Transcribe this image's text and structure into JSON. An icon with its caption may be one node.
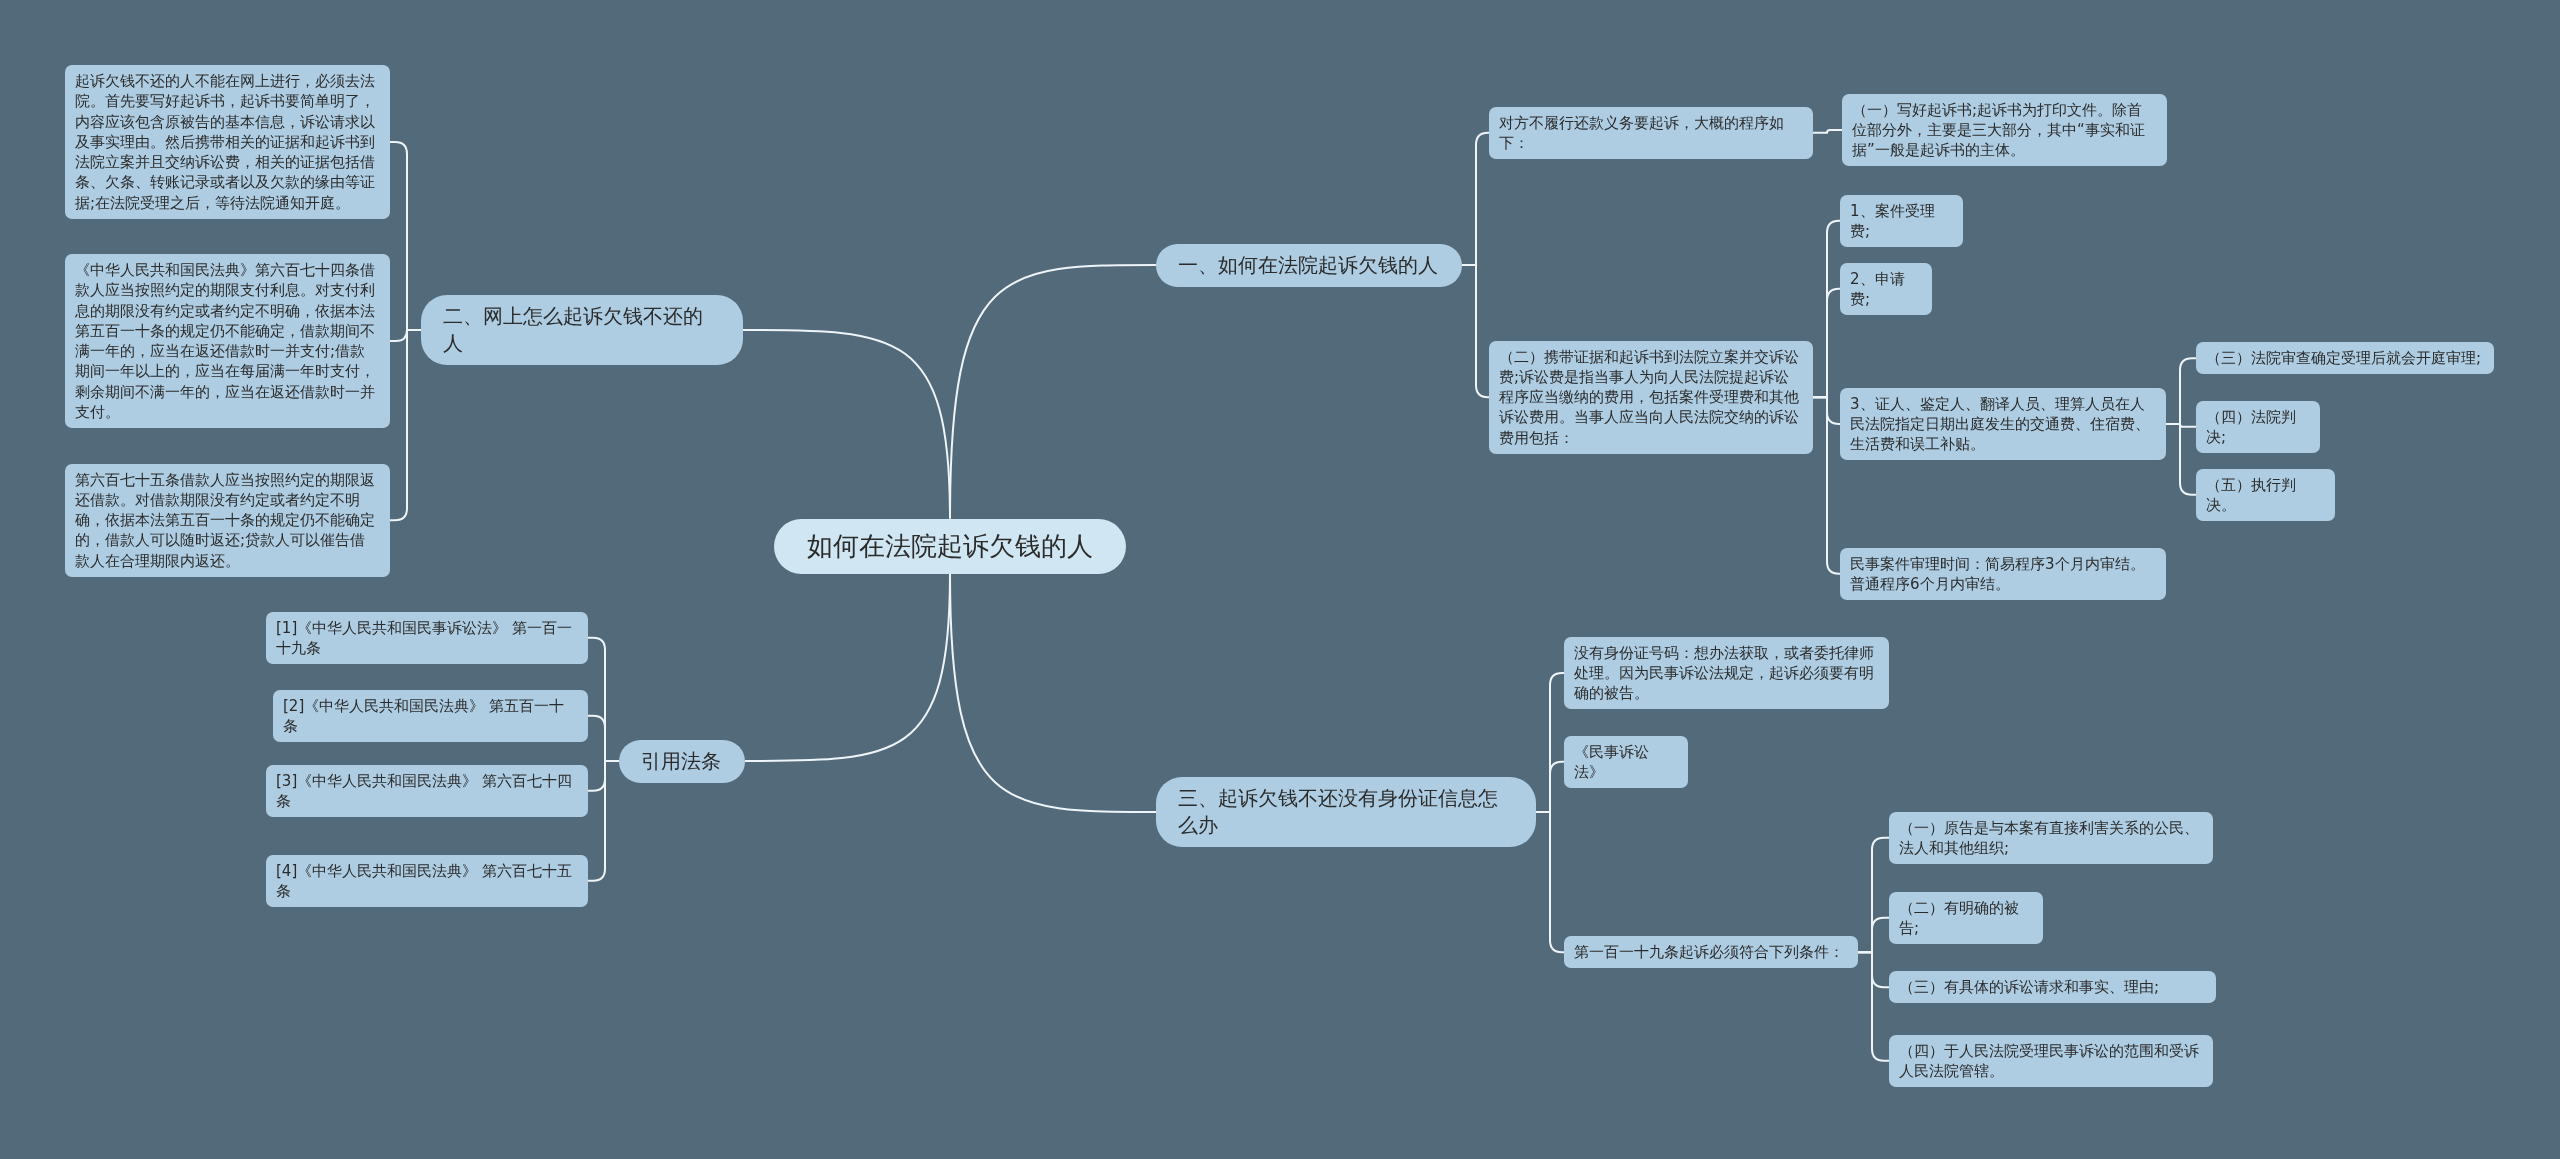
{
  "diagram": {
    "nodes": [
      {
        "text": [
          "如何在法院起诉欠钱的人"
        ]
      },
      {
        "text": [
          "一、如何在法院起诉欠钱的人"
        ]
      },
      {
        "text": [
          "对方不履行还款义务要起诉，大概的程序如下："
        ]
      },
      {
        "text": [
          "（一）写好起诉书;起诉书为打印文件。除首位部分外，主要是三大部分，其中“事实和证据”一般是起诉书的主体。"
        ]
      },
      {
        "text": [
          "（二）携带证据和起诉书到法院立案并交诉讼费;诉讼费是指当事人为向人民法院提起诉讼程序应当缴纳的费用，包括案件受理费和其他诉讼费用。当事人应当向人民法院交纳的诉讼费用包括："
        ]
      },
      {
        "text": [
          "1、案件受理费;"
        ]
      },
      {
        "text": [
          "2、申请费;"
        ]
      },
      {
        "text": [
          "3、证人、鉴定人、翻译人员、理算人员在人民法院指定日期出庭发生的交通费、住宿费、生活费和误工补贴。"
        ]
      },
      {
        "text": [
          "（三）法院审查确定受理后就会开庭审理;"
        ]
      },
      {
        "text": [
          "（四）法院判决;"
        ]
      },
      {
        "text": [
          "（五）执行判决。"
        ]
      },
      {
        "text": [
          "民事案件审理时间：简易程序3个月内审结。普通程序6个月内审结。"
        ]
      },
      {
        "text": [
          "二、网上怎么起诉欠钱不还的人"
        ]
      },
      {
        "text": [
          "起诉欠钱不还的人不能在网上进行，必须去法院。首先要写好起诉书，起诉书要简单明了，内容应该包含原被告的基本信息，诉讼请求以及事实理由。然后携带相关的证据和起诉书到法院立案并且交纳诉讼费，相关的证据包括借条、欠条、转账记录或者以及欠款的缘由等证据;在法院受理之后，等待法院通知开庭。"
        ]
      },
      {
        "text": [
          "《中华人民共和国民法典》第六百七十四条借款人应当按照约定的期限支付利息。对支付利息的期限没有约定或者约定不明确，依据本法第五百一十条的规定仍不能确定，借款期间不满一年的，应当在返还借款时一并支付;借款期间一年以上的，应当在每届满一年时支付，剩余期间不满一年的，应当在返还借款时一并支付。"
        ]
      },
      {
        "text": [
          "第六百七十五条借款人应当按照约定的期限返还借款。对借款期限没有约定或者约定不明确，依据本法第五百一十条的规定仍不能确定的，借款人可以随时返还;贷款人可以催告借款人在合理期限内返还。"
        ]
      },
      {
        "text": [
          "引用法条"
        ]
      },
      {
        "text": [
          "[1]《中华人民共和国民事诉讼法》 第一百一十九条"
        ]
      },
      {
        "text": [
          "[2]《中华人民共和国民法典》 第五百一十条"
        ]
      },
      {
        "text": [
          "[3]《中华人民共和国民法典》 第六百七十四条"
        ]
      },
      {
        "text": [
          "[4]《中华人民共和国民法典》 第六百七十五条"
        ]
      },
      {
        "text": [
          "三、起诉欠钱不还没有身份证信息怎么办"
        ]
      },
      {
        "text": [
          "没有身份证号码：想办法获取，或者委托律师处理。因为民事诉讼法规定，起诉必须要有明确的被告。"
        ]
      },
      {
        "text": [
          "《民事诉讼法》"
        ]
      },
      {
        "text": [
          "第一百一十九条起诉必须符合下列条件："
        ]
      },
      {
        "text": [
          "（一）原告是与本案有直接利害关系的公民、法人和其他组织;"
        ]
      },
      {
        "text": [
          "（二）有明确的被告;"
        ]
      },
      {
        "text": [
          "（三）有具体的诉讼请求和事实、理由;"
        ]
      },
      {
        "text": [
          "（四）于人民法院受理民事诉讼的范围和受诉人民法院管辖。"
        ]
      }
    ],
    "edges": [
      {
        "from": 0,
        "to": 1,
        "arrow": "none"
      },
      {
        "from": 1,
        "to": 2,
        "arrow": "none"
      },
      {
        "from": 2,
        "to": 3,
        "arrow": "none"
      },
      {
        "from": 1,
        "to": 4,
        "arrow": "none"
      },
      {
        "from": 4,
        "to": 5,
        "arrow": "none"
      },
      {
        "from": 4,
        "to": 6,
        "arrow": "none"
      },
      {
        "from": 4,
        "to": 7,
        "arrow": "none"
      },
      {
        "from": 7,
        "to": 8,
        "arrow": "none"
      },
      {
        "from": 7,
        "to": 9,
        "arrow": "none"
      },
      {
        "from": 7,
        "to": 10,
        "arrow": "none"
      },
      {
        "from": 4,
        "to": 11,
        "arrow": "none"
      },
      {
        "from": 0,
        "to": 12,
        "arrow": "none"
      },
      {
        "from": 12,
        "to": 13,
        "arrow": "none"
      },
      {
        "from": 12,
        "to": 14,
        "arrow": "none"
      },
      {
        "from": 12,
        "to": 15,
        "arrow": "none"
      },
      {
        "from": 0,
        "to": 16,
        "arrow": "none"
      },
      {
        "from": 16,
        "to": 17,
        "arrow": "none"
      },
      {
        "from": 16,
        "to": 18,
        "arrow": "none"
      },
      {
        "from": 16,
        "to": 19,
        "arrow": "none"
      },
      {
        "from": 16,
        "to": 20,
        "arrow": "none"
      },
      {
        "from": 0,
        "to": 21,
        "arrow": "none"
      },
      {
        "from": 21,
        "to": 22,
        "arrow": "none"
      },
      {
        "from": 21,
        "to": 23,
        "arrow": "none"
      },
      {
        "from": 21,
        "to": 24,
        "arrow": "none"
      },
      {
        "from": 24,
        "to": 25,
        "arrow": "none"
      },
      {
        "from": 24,
        "to": 26,
        "arrow": "none"
      },
      {
        "from": 24,
        "to": 27,
        "arrow": "none"
      },
      {
        "from": 24,
        "to": 28,
        "arrow": "none"
      }
    ]
  }
}
